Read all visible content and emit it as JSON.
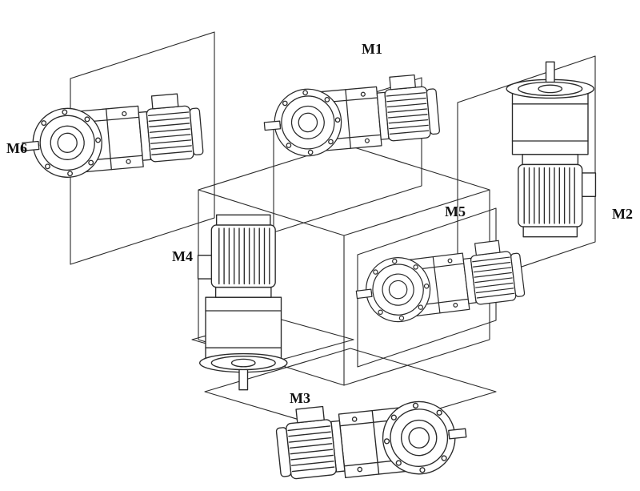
{
  "colors": {
    "background": "#ffffff",
    "line": "#2a2a2a",
    "label": "#111111"
  },
  "diagram": {
    "kind": "gearmotor-mounting-positions",
    "labels": [
      {
        "text": "M1",
        "placement": "top-center"
      },
      {
        "text": "M2",
        "placement": "right"
      },
      {
        "text": "M3",
        "placement": "bottom-center"
      },
      {
        "text": "M4",
        "placement": "center-left"
      },
      {
        "text": "M5",
        "placement": "center-right"
      },
      {
        "text": "M6",
        "placement": "left"
      }
    ]
  }
}
